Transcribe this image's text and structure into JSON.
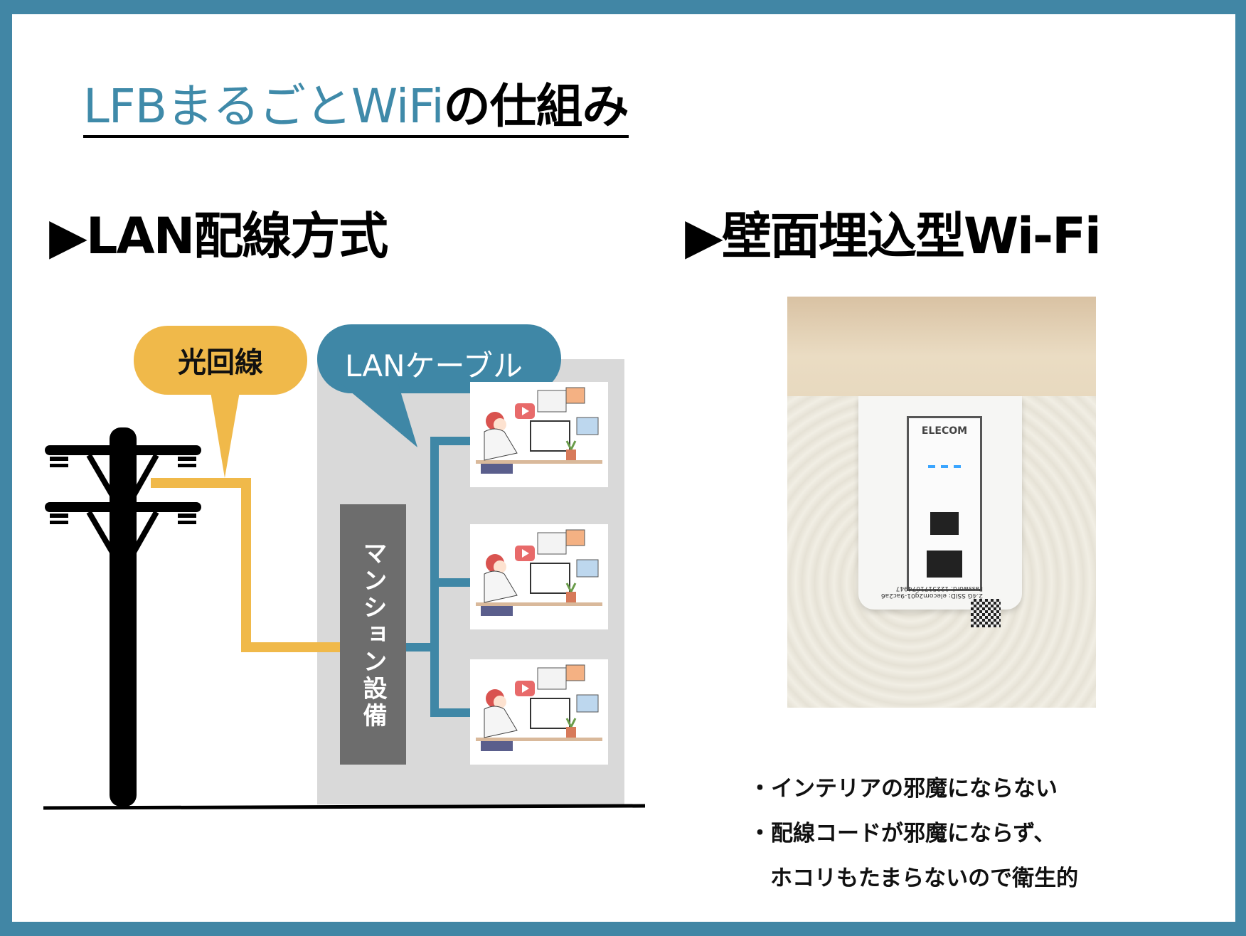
{
  "title": {
    "highlight": "LFBまるごとWiFi",
    "rest": "の仕組み"
  },
  "left_section": {
    "heading": "▶LAN配線方式",
    "labels": {
      "fiber": "光回線",
      "lan_cable": "LANケーブル",
      "building_equipment": "マンション設備"
    }
  },
  "right_section": {
    "heading": "▶壁面埋込型Wi-Fi",
    "photo": {
      "brand": "ELECOM",
      "label_ssid": "2.4G  SSID: elecom2g01-9ac2a6",
      "label_password": "Password: 1225171074947"
    },
    "bullets": [
      "・インテリアの邪魔にならない",
      "・配線コードが邪魔にならず、",
      "ホコリもたまらないので衛生的"
    ]
  },
  "colors": {
    "frame": "#4186a5",
    "accent_blue": "#3f87a6",
    "accent_yellow": "#f0b94a",
    "equipment": "#6d6d6d"
  }
}
